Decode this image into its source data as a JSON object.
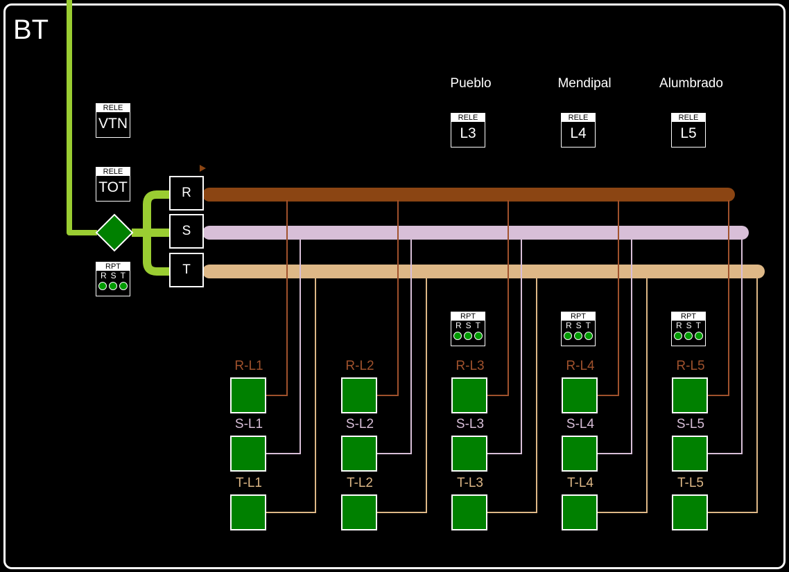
{
  "title": "BT",
  "colors": {
    "frame": "#ffffff",
    "supply_line": "#9acd32",
    "breaker": "#008000",
    "bus_R": "#8b4513",
    "bus_S": "#d8bfd8",
    "bus_T": "#deb887",
    "led_ok": "#009a00"
  },
  "relays": {
    "vtn": {
      "header": "RELE",
      "label": "VTN"
    },
    "tot": {
      "header": "RELE",
      "label": "TOT"
    }
  },
  "main_rpt": {
    "header": "RPT",
    "phases": [
      "R",
      "S",
      "T"
    ]
  },
  "phases": [
    {
      "label": "R",
      "color": "#8b4513"
    },
    {
      "label": "S",
      "color": "#d8bfd8"
    },
    {
      "label": "T",
      "color": "#deb887"
    }
  ],
  "lines": [
    {
      "id": "L1",
      "name": "",
      "relay": null,
      "rpt": null,
      "feeders": [
        {
          "label": "R-L1",
          "phase": "R"
        },
        {
          "label": "S-L1",
          "phase": "S"
        },
        {
          "label": "T-L1",
          "phase": "T"
        }
      ]
    },
    {
      "id": "L2",
      "name": "",
      "relay": null,
      "rpt": null,
      "feeders": [
        {
          "label": "R-L2",
          "phase": "R"
        },
        {
          "label": "S-L2",
          "phase": "S"
        },
        {
          "label": "T-L2",
          "phase": "T"
        }
      ]
    },
    {
      "id": "L3",
      "name": "Pueblo",
      "relay": {
        "header": "RELE",
        "label": "L3"
      },
      "rpt": {
        "header": "RPT",
        "phases": [
          "R",
          "S",
          "T"
        ]
      },
      "feeders": [
        {
          "label": "R-L3",
          "phase": "R"
        },
        {
          "label": "S-L3",
          "phase": "S"
        },
        {
          "label": "T-L3",
          "phase": "T"
        }
      ]
    },
    {
      "id": "L4",
      "name": "Mendipal",
      "relay": {
        "header": "RELE",
        "label": "L4"
      },
      "rpt": {
        "header": "RPT",
        "phases": [
          "R",
          "S",
          "T"
        ]
      },
      "feeders": [
        {
          "label": "R-L4",
          "phase": "R"
        },
        {
          "label": "S-L4",
          "phase": "S"
        },
        {
          "label": "T-L4",
          "phase": "T"
        }
      ]
    },
    {
      "id": "L5",
      "name": "Alumbrado",
      "relay": {
        "header": "RELE",
        "label": "L5"
      },
      "rpt": {
        "header": "RPT",
        "phases": [
          "R",
          "S",
          "T"
        ]
      },
      "feeders": [
        {
          "label": "R-L5",
          "phase": "R"
        },
        {
          "label": "S-L5",
          "phase": "S"
        },
        {
          "label": "T-L5",
          "phase": "T"
        }
      ]
    }
  ]
}
